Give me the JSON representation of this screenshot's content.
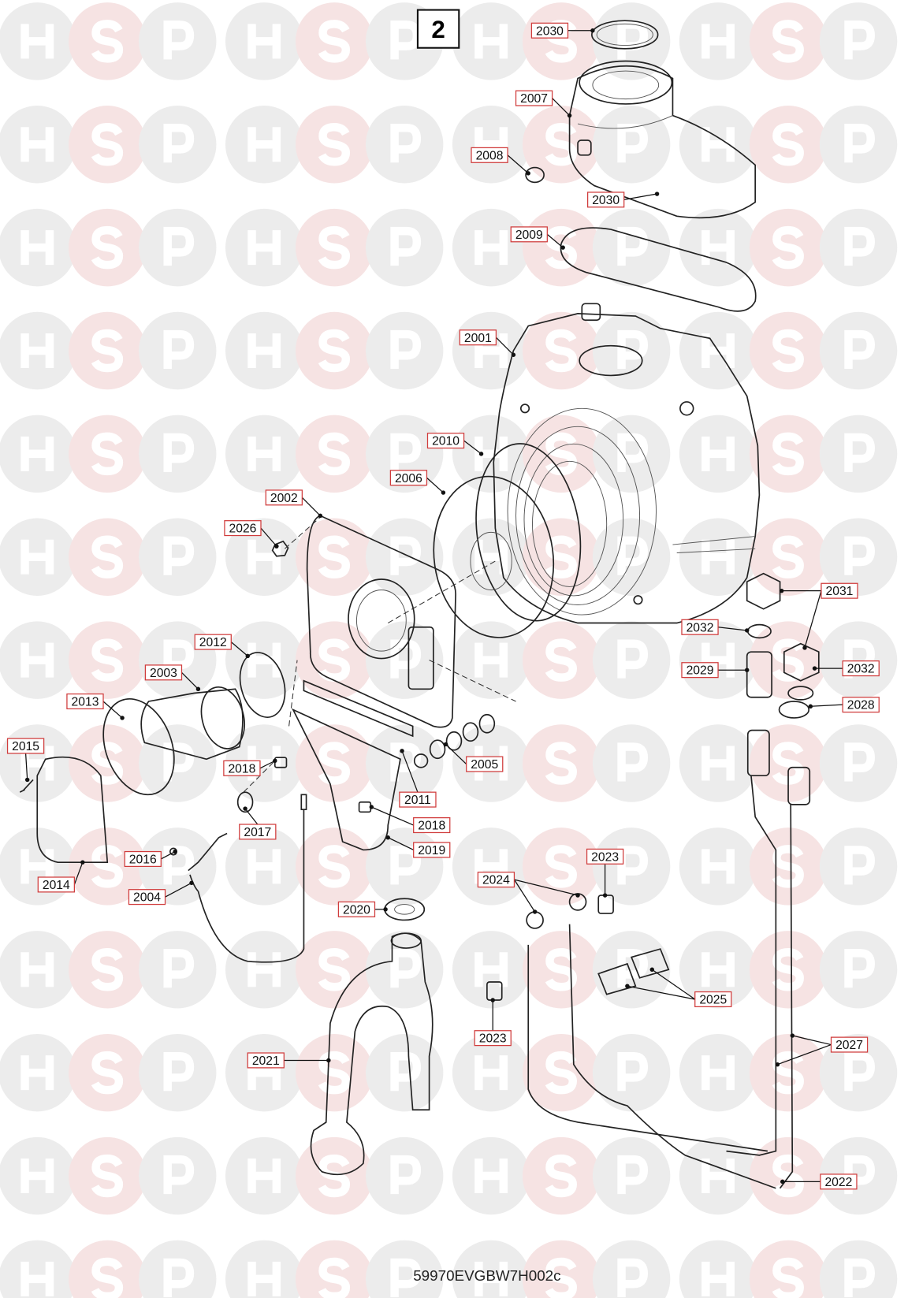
{
  "diagram": {
    "section_number": "2",
    "drawing_code": "59970EVGBW7H002c",
    "watermark": "HSP",
    "colors": {
      "label_border": "#d03c3c",
      "watermark_grey": "#ececec",
      "watermark_red": "#f6e3e3"
    },
    "labels": [
      "2030",
      "2007",
      "2008",
      "2030",
      "2009",
      "2001",
      "2010",
      "2006",
      "2002",
      "2026",
      "2031",
      "2032",
      "2012",
      "2003",
      "2029",
      "2032",
      "2013",
      "2028",
      "2015",
      "2005",
      "2018",
      "2011",
      "2018",
      "2017",
      "2019",
      "2023",
      "2016",
      "2024",
      "2014",
      "2004",
      "2020",
      "2025",
      "2023",
      "2027",
      "2021",
      "2022"
    ]
  }
}
